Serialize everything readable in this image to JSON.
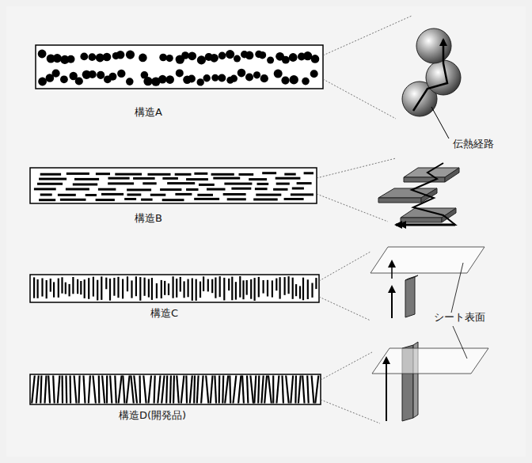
{
  "diagram": {
    "labels": [
      "構造A",
      "伝熱経路",
      "構造B",
      "構造C",
      "シート表面",
      "構造D(開発品)"
    ]
  }
}
